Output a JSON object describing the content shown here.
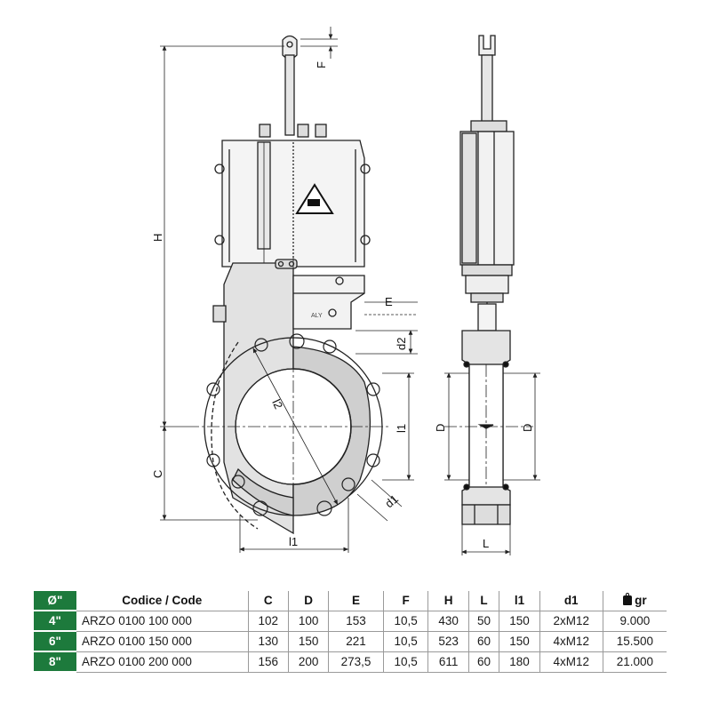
{
  "drawing": {
    "dimension_labels": {
      "F": "F",
      "H": "H",
      "E": "E",
      "d2": "d2",
      "l2": "l2",
      "l1_right": "l1",
      "D_left": "D",
      "D_right": "D",
      "C": "C",
      "d1": "d1",
      "l1_bottom": "l1",
      "L": "L"
    },
    "plate_text": "ALY"
  },
  "table": {
    "headers": [
      "Ø\"",
      "Codice / Code",
      "C",
      "D",
      "E",
      "F",
      "H",
      "L",
      "l1",
      "d1",
      "gr"
    ],
    "rows": [
      [
        "4\"",
        "ARZO 0100 100 000",
        "102",
        "100",
        "153",
        "10,5",
        "430",
        "50",
        "150",
        "2xM12",
        "9.000"
      ],
      [
        "6\"",
        "ARZO 0100 150 000",
        "130",
        "150",
        "221",
        "10,5",
        "523",
        "60",
        "150",
        "4xM12",
        "15.500"
      ],
      [
        "8\"",
        "ARZO 0100 200 000",
        "156",
        "200",
        "273,5",
        "10,5",
        "611",
        "60",
        "180",
        "4xM12",
        "21.000"
      ]
    ]
  },
  "colors": {
    "accent_green": "#1d7a3c",
    "line": "#222222",
    "fill_grey": "#d9d9d9"
  }
}
